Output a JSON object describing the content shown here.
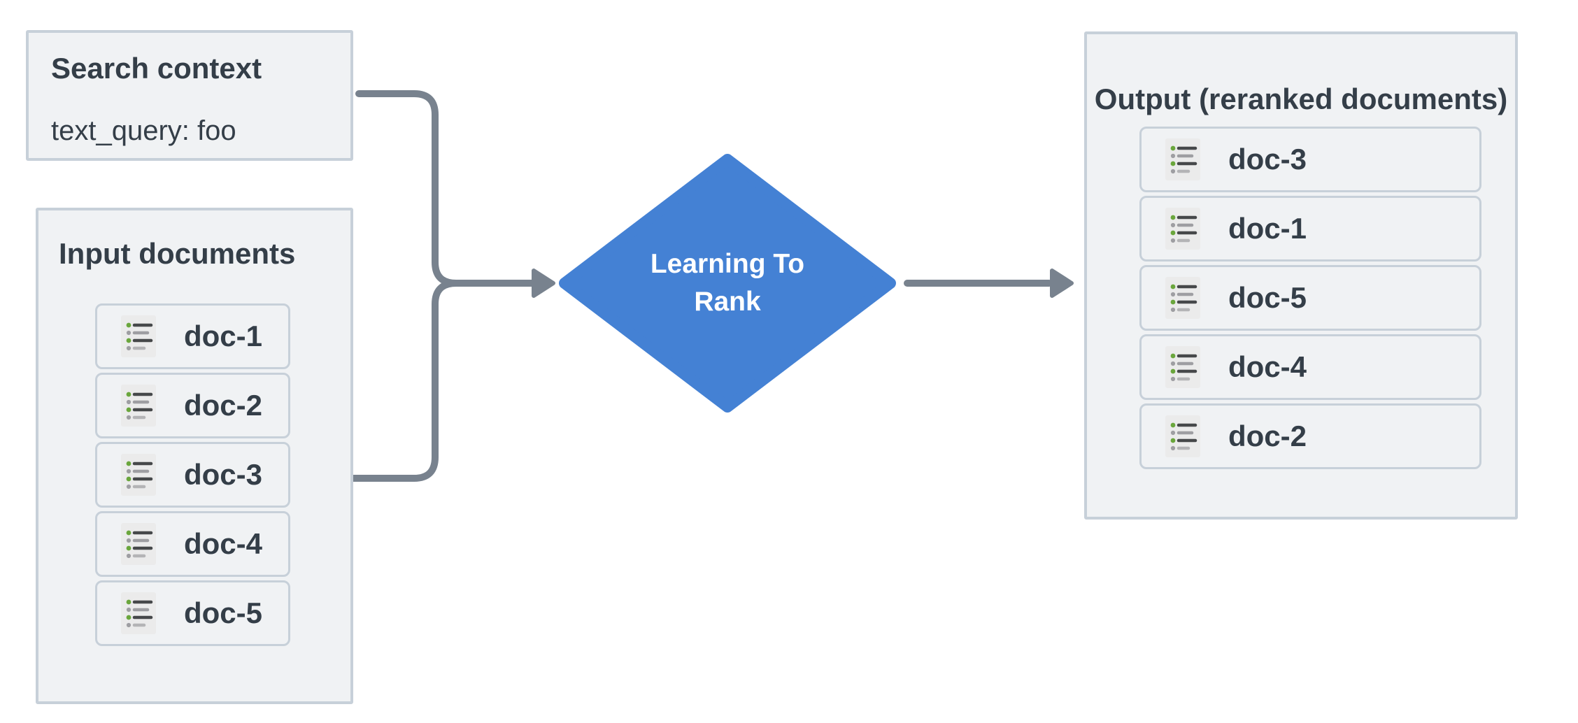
{
  "diagram": {
    "search_context": {
      "title": "Search context",
      "value": "text_query: foo"
    },
    "input_documents": {
      "title": "Input documents",
      "docs": [
        "doc-1",
        "doc-2",
        "doc-3",
        "doc-4",
        "doc-5"
      ]
    },
    "process": {
      "label": "Learning To Rank",
      "lines": [
        "Learning To",
        "Rank"
      ]
    },
    "output_documents": {
      "title": "Output (reranked documents)",
      "docs": [
        "doc-3",
        "doc-1",
        "doc-5",
        "doc-4",
        "doc-2"
      ]
    },
    "colors": {
      "panel_bg": "#f0f2f4",
      "panel_border": "#c7d0d9",
      "item_border": "#c7d0d9",
      "text": "#343e48",
      "diamond_fill": "#4481d4",
      "diamond_text": "#ffffff",
      "connector": "#78828e",
      "icon_bg": "#ebebeb",
      "icon_green": "#6aa63c",
      "icon_dark": "#46484a",
      "icon_gray": "#9e9ea2",
      "icon_gray_light": "#b4b4b6"
    }
  }
}
